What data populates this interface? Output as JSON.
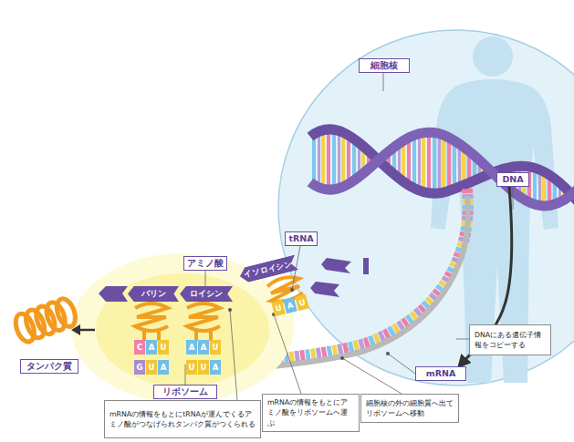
{
  "diagram": {
    "nodes": [
      {
        "text": [
          "細胞核"
        ]
      },
      {
        "text": [
          "DNA"
        ]
      },
      {
        "text": [
          "tRNA"
        ]
      },
      {
        "text": [
          "アミノ酸"
        ]
      },
      {
        "text": [
          "イソロイシン"
        ]
      },
      {
        "text": [
          "バリン"
        ]
      },
      {
        "text": [
          "ロイシン"
        ]
      },
      {
        "text": [
          "DNAにある遺伝子情報をコピーする"
        ]
      },
      {
        "text": [
          "mRNA"
        ]
      },
      {
        "text": [
          "リボソーム"
        ]
      },
      {
        "text": [
          "タンパク質"
        ]
      },
      {
        "text": [
          "mRNAの情報をもとにtRNAが運んでくるアミノ酸がつなげられタンパク質がつくられる"
        ]
      },
      {
        "text": [
          "mRNAの情報をもとにアミノ酸をリボソームへ運ぶ"
        ]
      },
      {
        "text": [
          "細胞核の外の細胞質へ出てリボソームへ移動"
        ]
      }
    ],
    "edges": [
      {
        "from": 1,
        "to": 8,
        "arrow": "to"
      }
    ],
    "labels": [
      "C",
      "A",
      "U",
      "A",
      "A",
      "U",
      "G",
      "U",
      "A",
      "U",
      "U",
      "A",
      "U",
      "A",
      "U"
    ]
  }
}
